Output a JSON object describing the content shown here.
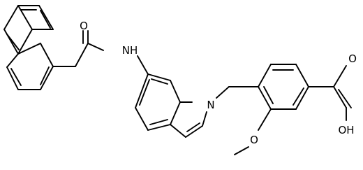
{
  "molecule": {
    "labels": {
      "carbonyl_oxygen": "O",
      "amide_nh": "NH",
      "indole_nitrogen": "N",
      "methoxy_oxygen": "O",
      "acid_carbonyl_oxygen": "O",
      "acid_hydroxyl": "OH"
    }
  },
  "colors": {
    "bond": "#000000",
    "label": "#000000",
    "background": "#ffffff"
  }
}
